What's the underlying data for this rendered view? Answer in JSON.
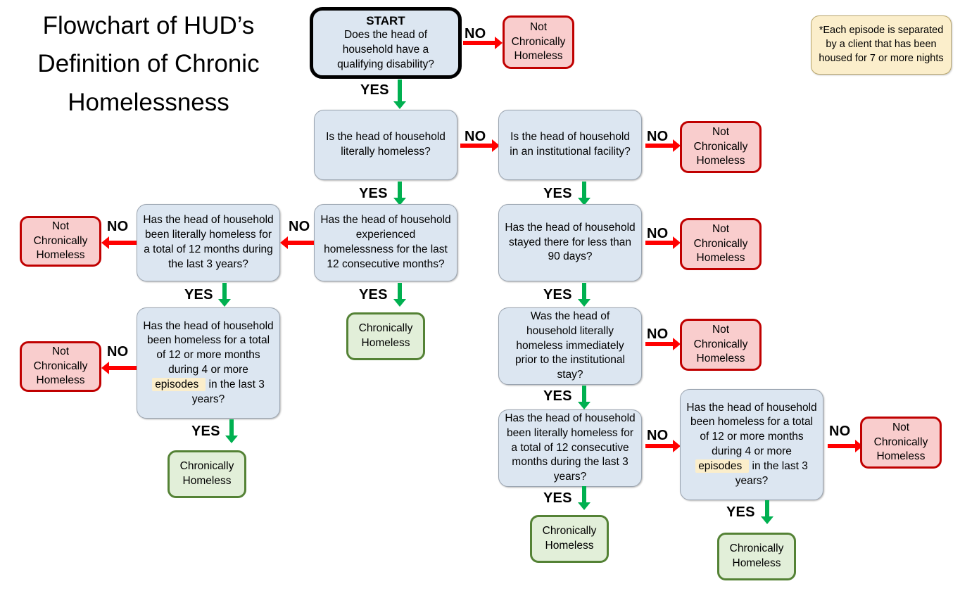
{
  "title": "Flowchart of HUD’s Definition of Chronic Homelessness",
  "note": {
    "text": "*Each episode is separated by a client that has been housed for 7 or more nights"
  },
  "labels": {
    "yes": "YES",
    "no": "NO"
  },
  "outcomes": {
    "not_chronic": "Not Chronically Homeless",
    "chronic": "Chronically Homeless"
  },
  "colors": {
    "decision_fill": "#dce6f1",
    "decision_border": "#9aa4b0",
    "start_border": "#000000",
    "stop_fill": "#f9cdcd",
    "stop_border": "#c00000",
    "good_fill": "#e2efd9",
    "good_border": "#548235",
    "note_fill": "#fbeecb",
    "note_border": "#b9a66b",
    "yes_arrow": "#00b050",
    "no_arrow": "#ff0000",
    "highlight": "#fbeecb"
  },
  "nodes": {
    "start": {
      "heading": "START",
      "question": "Does the head of household have a qualifying disability?"
    },
    "d_literally_homeless": {
      "question": "Is the head of household literally homeless?"
    },
    "d_institutional": {
      "question": "Is the head of household in an institutional facility?"
    },
    "d_12_consecutive": {
      "question": "Has the head of household experienced homelessness for the last 12 consecutive months?"
    },
    "d_literally_12_of_3yr": {
      "question": "Has the head of household been literally homeless for a total of 12 months during the last 3 years?"
    },
    "d_4_episodes_left": {
      "pre": "Has the head of household been homeless for a total of 12 or more months during 4 or more ",
      "highlight": "episodes",
      "post": " in the last 3 years?"
    },
    "d_less_90_days": {
      "question": "Has the head of household stayed there for less than 90 days?"
    },
    "d_prior_to_institutional": {
      "question": "Was the head of household literally homeless immediately prior to the institutional stay?"
    },
    "d_12_consecutive_3yr": {
      "question": "Has the head of household been literally homeless for a total of 12 consecutive months during the last 3 years?"
    },
    "d_4_episodes_right": {
      "pre": "Has the head of household been homeless for a total of 12 or more months during 4 or more ",
      "highlight": "episodes",
      "post": " in the last 3 years?"
    }
  },
  "chart_data": {
    "type": "diagram",
    "title": "Flowchart of HUD’s Definition of Chronic Homelessness",
    "edges": [
      {
        "from": "start",
        "label": "NO",
        "to": "not-chronic-1"
      },
      {
        "from": "start",
        "label": "YES",
        "to": "d_literally_homeless"
      },
      {
        "from": "d_literally_homeless",
        "label": "NO",
        "to": "d_institutional"
      },
      {
        "from": "d_literally_homeless",
        "label": "YES",
        "to": "d_12_consecutive"
      },
      {
        "from": "d_institutional",
        "label": "NO",
        "to": "not-chronic-2"
      },
      {
        "from": "d_institutional",
        "label": "YES",
        "to": "d_less_90_days"
      },
      {
        "from": "d_12_consecutive",
        "label": "NO",
        "to": "d_literally_12_of_3yr"
      },
      {
        "from": "d_12_consecutive",
        "label": "YES",
        "to": "chronic-1"
      },
      {
        "from": "d_literally_12_of_3yr",
        "label": "NO",
        "to": "not-chronic-3"
      },
      {
        "from": "d_literally_12_of_3yr",
        "label": "YES",
        "to": "d_4_episodes_left"
      },
      {
        "from": "d_4_episodes_left",
        "label": "NO",
        "to": "not-chronic-4"
      },
      {
        "from": "d_4_episodes_left",
        "label": "YES",
        "to": "chronic-2"
      },
      {
        "from": "d_less_90_days",
        "label": "NO",
        "to": "not-chronic-5"
      },
      {
        "from": "d_less_90_days",
        "label": "YES",
        "to": "d_prior_to_institutional"
      },
      {
        "from": "d_prior_to_institutional",
        "label": "NO",
        "to": "not-chronic-6"
      },
      {
        "from": "d_prior_to_institutional",
        "label": "YES",
        "to": "d_12_consecutive_3yr"
      },
      {
        "from": "d_12_consecutive_3yr",
        "label": "NO",
        "to": "d_4_episodes_right"
      },
      {
        "from": "d_12_consecutive_3yr",
        "label": "YES",
        "to": "chronic-3"
      },
      {
        "from": "d_4_episodes_right",
        "label": "NO",
        "to": "not-chronic-7"
      },
      {
        "from": "d_4_episodes_right",
        "label": "YES",
        "to": "chronic-4"
      }
    ]
  }
}
